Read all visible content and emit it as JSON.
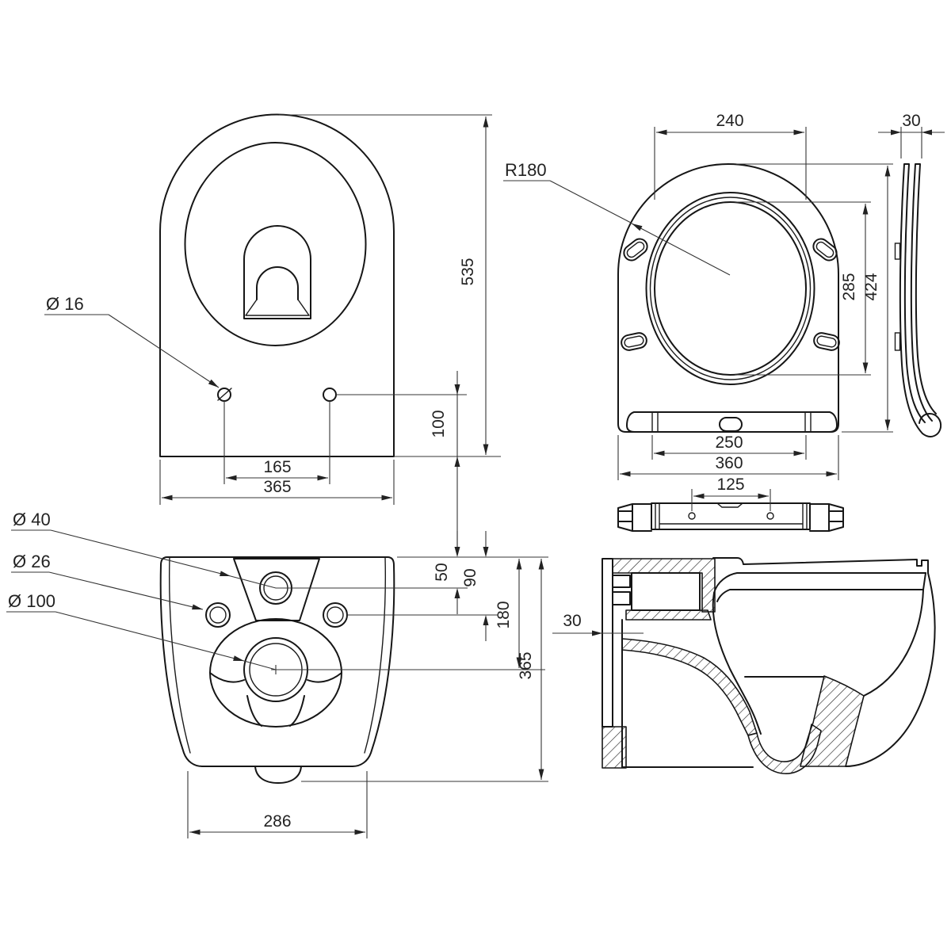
{
  "plan": {
    "height": "535",
    "hole_offset": "100",
    "hole_spacing": "165",
    "width": "365",
    "hole_diameter": "Ø 16"
  },
  "seat": {
    "opening_width": "240",
    "rim_radius": "R180",
    "profile_thickness": "30",
    "opening_depth": "285",
    "length": "424",
    "hinge_bar_width": "250",
    "width": "360",
    "hinge_hole_spacing": "125"
  },
  "rear": {
    "flush_inlet_diameter": "Ø 40",
    "fixing_hole_diameter": "Ø 26",
    "outlet_diameter": "Ø 100",
    "flush_inlet_offset": "50",
    "fixing_hole_offset": "90",
    "outlet_offset": "180",
    "height": "365",
    "base_width": "286"
  },
  "section": {
    "wall_clearance": "30"
  }
}
